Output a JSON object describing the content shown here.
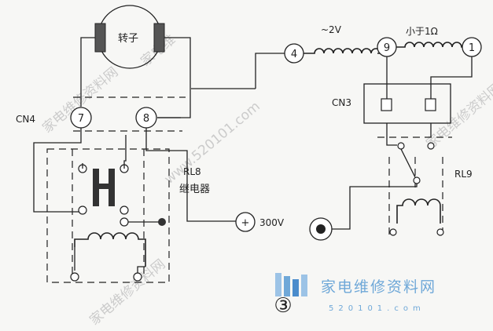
{
  "diagram": {
    "motor_label": "转子",
    "cn4_label": "CN4",
    "cn3_label": "CN3",
    "terminals": {
      "t7": "7",
      "t8": "8",
      "t4": "4",
      "t9": "9",
      "t1": "1"
    },
    "coil_label_2v": "~2V",
    "coil_label_1ohm": "小于1Ω",
    "relay8_label": "RL8",
    "relay8_desc": "继电器",
    "relay9_label": "RL9",
    "supply_symbol": "+",
    "supply_label": "300V",
    "figure_number": "③"
  },
  "watermarks": {
    "brand_text": "家电维修资料网",
    "brand_url": "520101.com",
    "diagonal_1": "家电维修资料网",
    "diagonal_2": "www.520101.com",
    "diagonal_3": "家电维修资料网",
    "diagonal_4": "家电维修资料网",
    "diagonal_5": "家电维"
  }
}
